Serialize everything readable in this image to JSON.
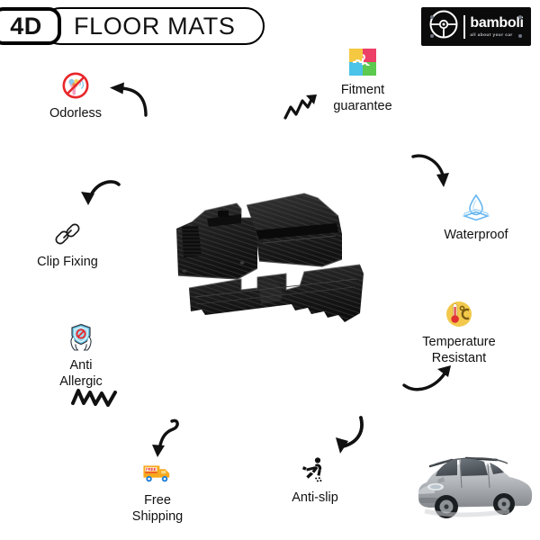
{
  "header": {
    "badge": "4D",
    "title": "FLOOR MATS"
  },
  "brand": {
    "name": "bamboli",
    "tagline": "all about your car",
    "logo_icon": "steering-wheel-icon",
    "background": "#0b0b0b"
  },
  "features": [
    {
      "key": "odorless",
      "label": "Odorless",
      "icon": "no-odor-icon",
      "colors": {
        "accent": "#e8262a",
        "detail": "#5b9bd5"
      }
    },
    {
      "key": "fitment",
      "label": "Fitment\nguarantee",
      "icon": "puzzle-icon",
      "colors": {
        "piece_tl": "#f5c842",
        "piece_tr": "#ec4067",
        "piece_bl": "#4cc3e8",
        "piece_br": "#5cc94f"
      }
    },
    {
      "key": "clip-fixing",
      "label": "Clip Fixing",
      "icon": "chain-link-icon",
      "colors": {
        "accent": "#111111"
      }
    },
    {
      "key": "waterproof",
      "label": "Waterproof",
      "icon": "water-drop-icon",
      "colors": {
        "accent": "#64b5f0"
      }
    },
    {
      "key": "anti-allergic",
      "label": "Anti\nAllergic",
      "icon": "shield-hands-icon",
      "colors": {
        "accent": "#6ec6e8",
        "detail": "#e8262a"
      }
    },
    {
      "key": "temperature-resistant",
      "label": "Temperature\nResistant",
      "icon": "thermometer-icon",
      "colors": {
        "accent": "#f2c94c",
        "detail": "#e03131"
      }
    },
    {
      "key": "free-shipping",
      "label": "Free\nShipping",
      "icon": "delivery-truck-icon",
      "badge_text": "FREE",
      "colors": {
        "accent": "#f7a81b",
        "detail": "#e8262a",
        "wheel": "#1d7ed6"
      }
    },
    {
      "key": "anti-slip",
      "label": "Anti-slip",
      "icon": "slipping-person-icon",
      "colors": {
        "accent": "#111111"
      }
    }
  ],
  "product": {
    "name": "car-floor-mats",
    "piece_count": 3,
    "color": "#161616"
  },
  "vehicle": {
    "name": "mpv-van-photo",
    "body_color": "#b3b6ba"
  }
}
